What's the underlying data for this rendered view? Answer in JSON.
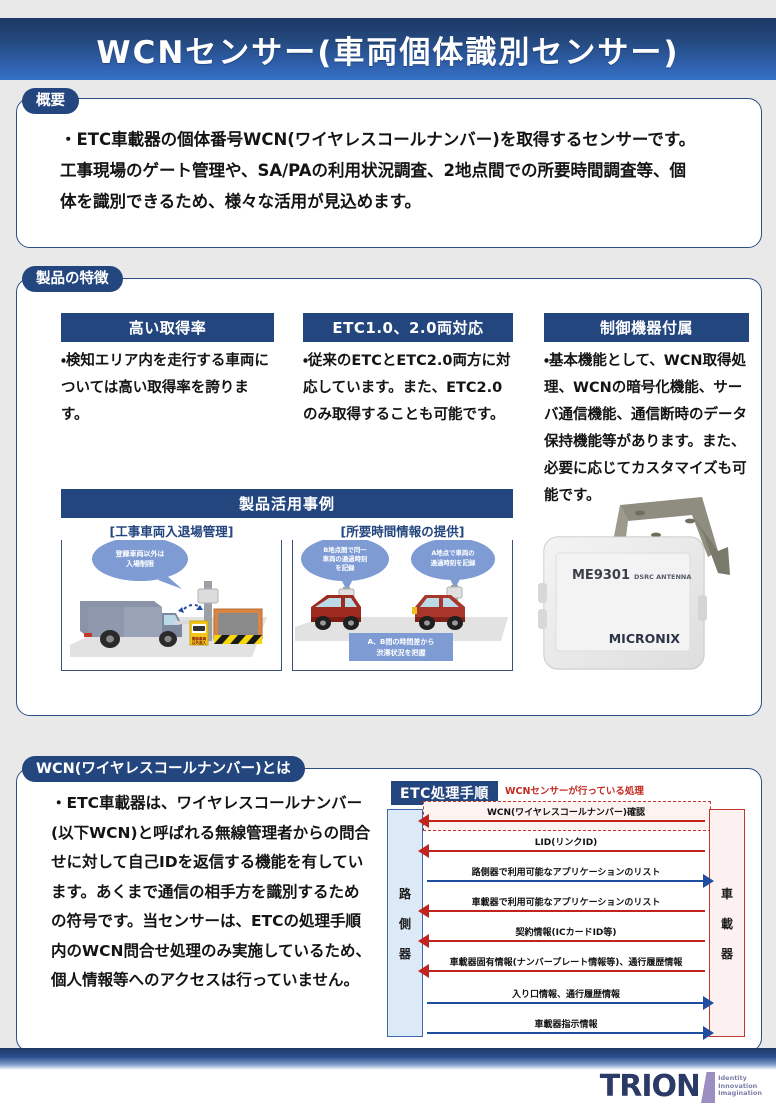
{
  "header": {
    "title": "WCNセンサー(車両個体識別センサー)"
  },
  "overview": {
    "label": "概要",
    "line1": "・ETC車載器の個体番号WCN(ワイヤレスコールナンバー)を取得するセンサーです。",
    "line2": "工事現場のゲート管理や、SA/PAの利用状況調査、2地点間での所要時間調査等、個",
    "line3": "体を識別できるため、様々な活用が見込めます。"
  },
  "features": {
    "label": "製品の特徴",
    "columns": [
      {
        "title": "高い取得率",
        "body": "・検知エリア内を走行する車両については高い取得率を誇ります。"
      },
      {
        "title": "ETC1.0、2.0両対応",
        "body": "・従来のETCとETC2.0両方に対応しています。また、ETC2.0のみ取得することも可能です。"
      },
      {
        "title": "制御機器付属",
        "body": "・基本機能として、WCN取得処理、WCNの暗号化機能、サーバ通信機能、通信断時のデータ保持機能等があります。また、必要に応じてカスタマイズも可能です。"
      }
    ],
    "usecase": {
      "title": "製品活用事例",
      "cases": [
        {
          "title": "[工事車両入退場管理]",
          "bubble": "登録車両以外は\n入場制限",
          "sign": "関係車両\n以外\n進入禁止"
        },
        {
          "title": "[所要時間情報の提供]",
          "bubble_left": "B地点間で同一\n車両の通過時刻\nを記録",
          "bubble_right": "A地点で車両の\n通過時刻を記録",
          "caption": "A、B間の時間差から\n渋滞状況を把握"
        }
      ]
    },
    "product_photo": {
      "model": "ME9301",
      "type": "DSRC ANTENNA",
      "brand": "MICRONIX"
    }
  },
  "wcn": {
    "label": "WCN(ワイヤレスコールナンバー)とは",
    "body": "・ETC車載器は、ワイヤレスコールナンバー(以下WCN)と呼ばれる無線管理者からの問合せに対して自己IDを返信する機能を有しています。あくまで通信の相手方を識別するための符号です。当センサーは、ETCの処理手順内のWCN問合せ処理のみ実施しているため、個人情報等へのアクセスは行っていません。",
    "sequence": {
      "badge": "ETC処理手順",
      "note": "WCNセンサーが行っている処理",
      "actor_left": "路側器",
      "actor_right": "車載器",
      "messages": [
        {
          "label": "WCN(ワイヤレスコールナンバー)確認",
          "direction": "left",
          "highlight": true
        },
        {
          "label": "LID(リンクID)",
          "direction": "left",
          "highlight": false
        },
        {
          "label": "路側器で利用可能なアプリケーションのリスト",
          "direction": "right",
          "highlight": false
        },
        {
          "label": "車載器で利用可能なアプリケーションのリスト",
          "direction": "left",
          "highlight": false
        },
        {
          "label": "契約情報(ICカードID等)",
          "direction": "left",
          "highlight": false
        },
        {
          "label": "車載器固有情報(ナンバープレート情報等)、通行履歴情報",
          "direction": "left",
          "highlight": false
        },
        {
          "label": "入り口情報、通行履歴情報",
          "direction": "right",
          "highlight": false
        },
        {
          "label": "車載器指示情報",
          "direction": "right",
          "highlight": false
        }
      ]
    }
  },
  "footer": {
    "logo_word": "TRION",
    "tagline_1": "Identity",
    "tagline_2": "Innovation",
    "tagline_3": "Imagination"
  },
  "colors": {
    "navy": "#24467f",
    "header_dark": "#1d3864",
    "header_light": "#3672c9",
    "red_arrow": "#c0241c",
    "blue_arrow": "#1f4ea1",
    "page_bg": "#e9e9e9"
  }
}
